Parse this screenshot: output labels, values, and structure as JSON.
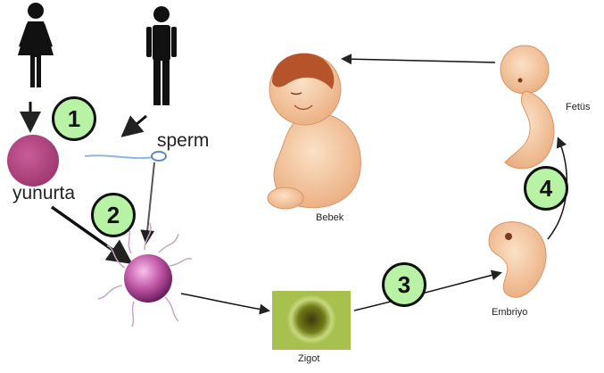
{
  "labels": {
    "sperm": "sperm",
    "egg": "yunurta",
    "zygote": "Zigot",
    "embryo": "Embriyo",
    "fetus": "Fetüs",
    "baby": "Bebek"
  },
  "steps": [
    "1",
    "2",
    "3",
    "4"
  ],
  "colors": {
    "egg": "#b0437f",
    "badge_fill": "#b8f2a4",
    "skin": "#f5c9a0",
    "hair": "#b5542a",
    "zygote_bg": "#9ab840",
    "arrow": "#222222"
  }
}
